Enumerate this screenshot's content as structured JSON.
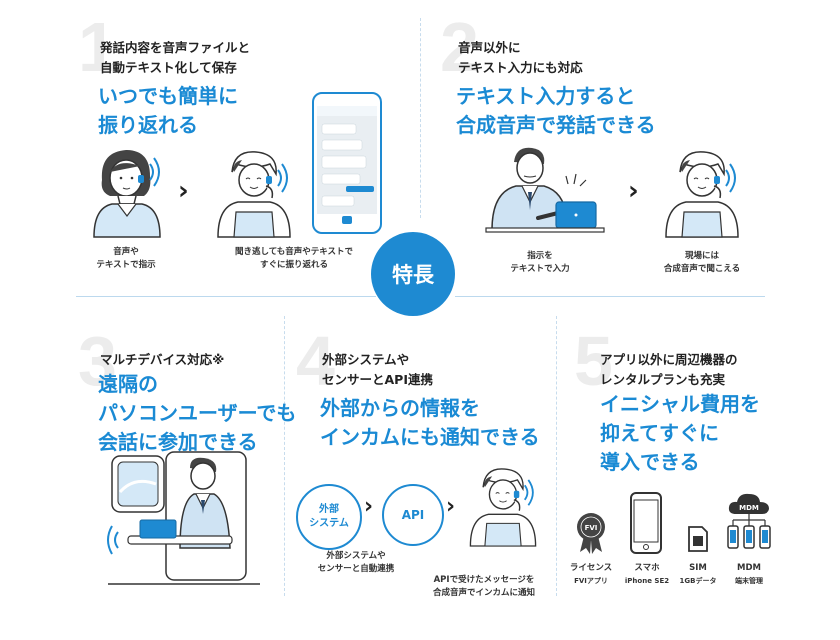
{
  "center_label": "特長",
  "sections": [
    {
      "number": "1",
      "subtitle_lines": [
        "発話内容を音声ファイルと",
        "自動テキスト化して保存"
      ],
      "headline_lines": [
        "いつでも簡単に",
        "振り返れる"
      ],
      "captions": [
        [
          "音声や",
          "テキストで指示"
        ],
        [
          "聞き逃しても音声やテキストで",
          "すぐに振り返れる"
        ]
      ]
    },
    {
      "number": "2",
      "subtitle_lines": [
        "音声以外に",
        "テキスト入力にも対応"
      ],
      "headline_lines": [
        "テキスト入力すると",
        "合成音声で発話できる"
      ],
      "captions": [
        [
          "指示を",
          "テキストで入力"
        ],
        [
          "現場には",
          "合成音声で聞こえる"
        ]
      ]
    },
    {
      "number": "3",
      "subtitle_lines": [
        "マルチデバイス対応※"
      ],
      "headline_lines": [
        "遠隔の",
        "パソコンユーザーでも",
        "会話に参加できる"
      ]
    },
    {
      "number": "4",
      "subtitle_lines": [
        "外部システムや",
        "センサーとAPI連携"
      ],
      "headline_lines": [
        "外部からの情報を",
        "インカムにも通知できる"
      ],
      "bubbles": [
        [
          "外部",
          "システム"
        ],
        [
          "API"
        ]
      ],
      "captions": [
        [
          "外部システムや",
          "センサーと自動連携"
        ],
        [
          "APIで受けたメッセージを",
          "合成音声でインカムに通知"
        ]
      ]
    },
    {
      "number": "5",
      "subtitle_lines": [
        "アプリ以外に周辺機器の",
        "レンタルプランも充実"
      ],
      "headline_lines": [
        "イニシャル費用を",
        "抑えてすぐに",
        "導入できる"
      ],
      "badge_label": "FVI",
      "mdm_label": "MDM",
      "items": [
        {
          "name": "ライセンス",
          "detail": "FVIアプリ",
          "icon": "license-badge-icon"
        },
        {
          "name": "スマホ",
          "detail": "iPhone SE2",
          "icon": "smartphone-icon"
        },
        {
          "name": "SIM",
          "detail": "1GBデータ",
          "icon": "sim-card-icon"
        },
        {
          "name": "MDM",
          "detail": "端末管理",
          "icon": "mdm-cloud-icon"
        }
      ]
    }
  ],
  "colors": {
    "accent": "#1e8ad2",
    "headline": "#1a8ad4",
    "divider": "#bcd9ee"
  }
}
